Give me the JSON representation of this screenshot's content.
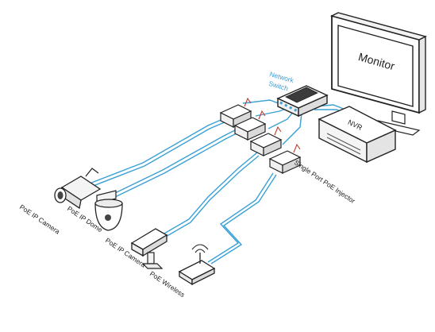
{
  "diagram": {
    "monitor_label": "Monitor",
    "nvr_label": "NVR",
    "switch_label_line1": "Network",
    "switch_label_line2": "Switch",
    "injector_label": "Single Port PoE Injector",
    "devices": [
      "PoE IP Camera",
      "PoE IP Dome",
      "PoE IP Camera",
      "PoE Wireless"
    ]
  },
  "colors": {
    "cable": "#3aa0d6",
    "device_line": "#222222",
    "switch_label": "#3aa0d6",
    "background": "#ffffff"
  }
}
